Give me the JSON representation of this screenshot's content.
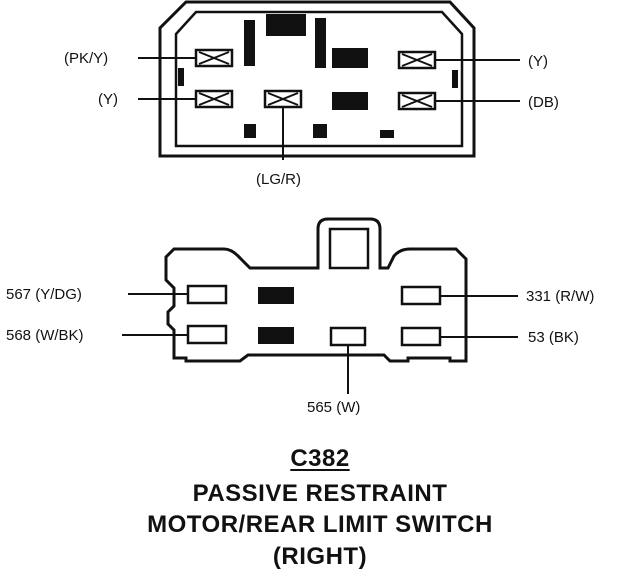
{
  "upper_connector": {
    "labels": {
      "pk_y": "(PK/Y)",
      "y_left": "(Y)",
      "lg_r": "(LG/R)",
      "y_right": "(Y)",
      "db": "(DB)"
    }
  },
  "lower_connector": {
    "labels": {
      "c567": "567 (Y/DG)",
      "c568": "568 (W/BK)",
      "c565": "565 (W)",
      "c331": "331 (R/W)",
      "c53": "53 (BK)"
    }
  },
  "title": {
    "code": "C382",
    "line1": "PASSIVE RESTRAINT",
    "line2": "MOTOR/REAR LIMIT SWITCH",
    "line3": "(RIGHT)"
  }
}
